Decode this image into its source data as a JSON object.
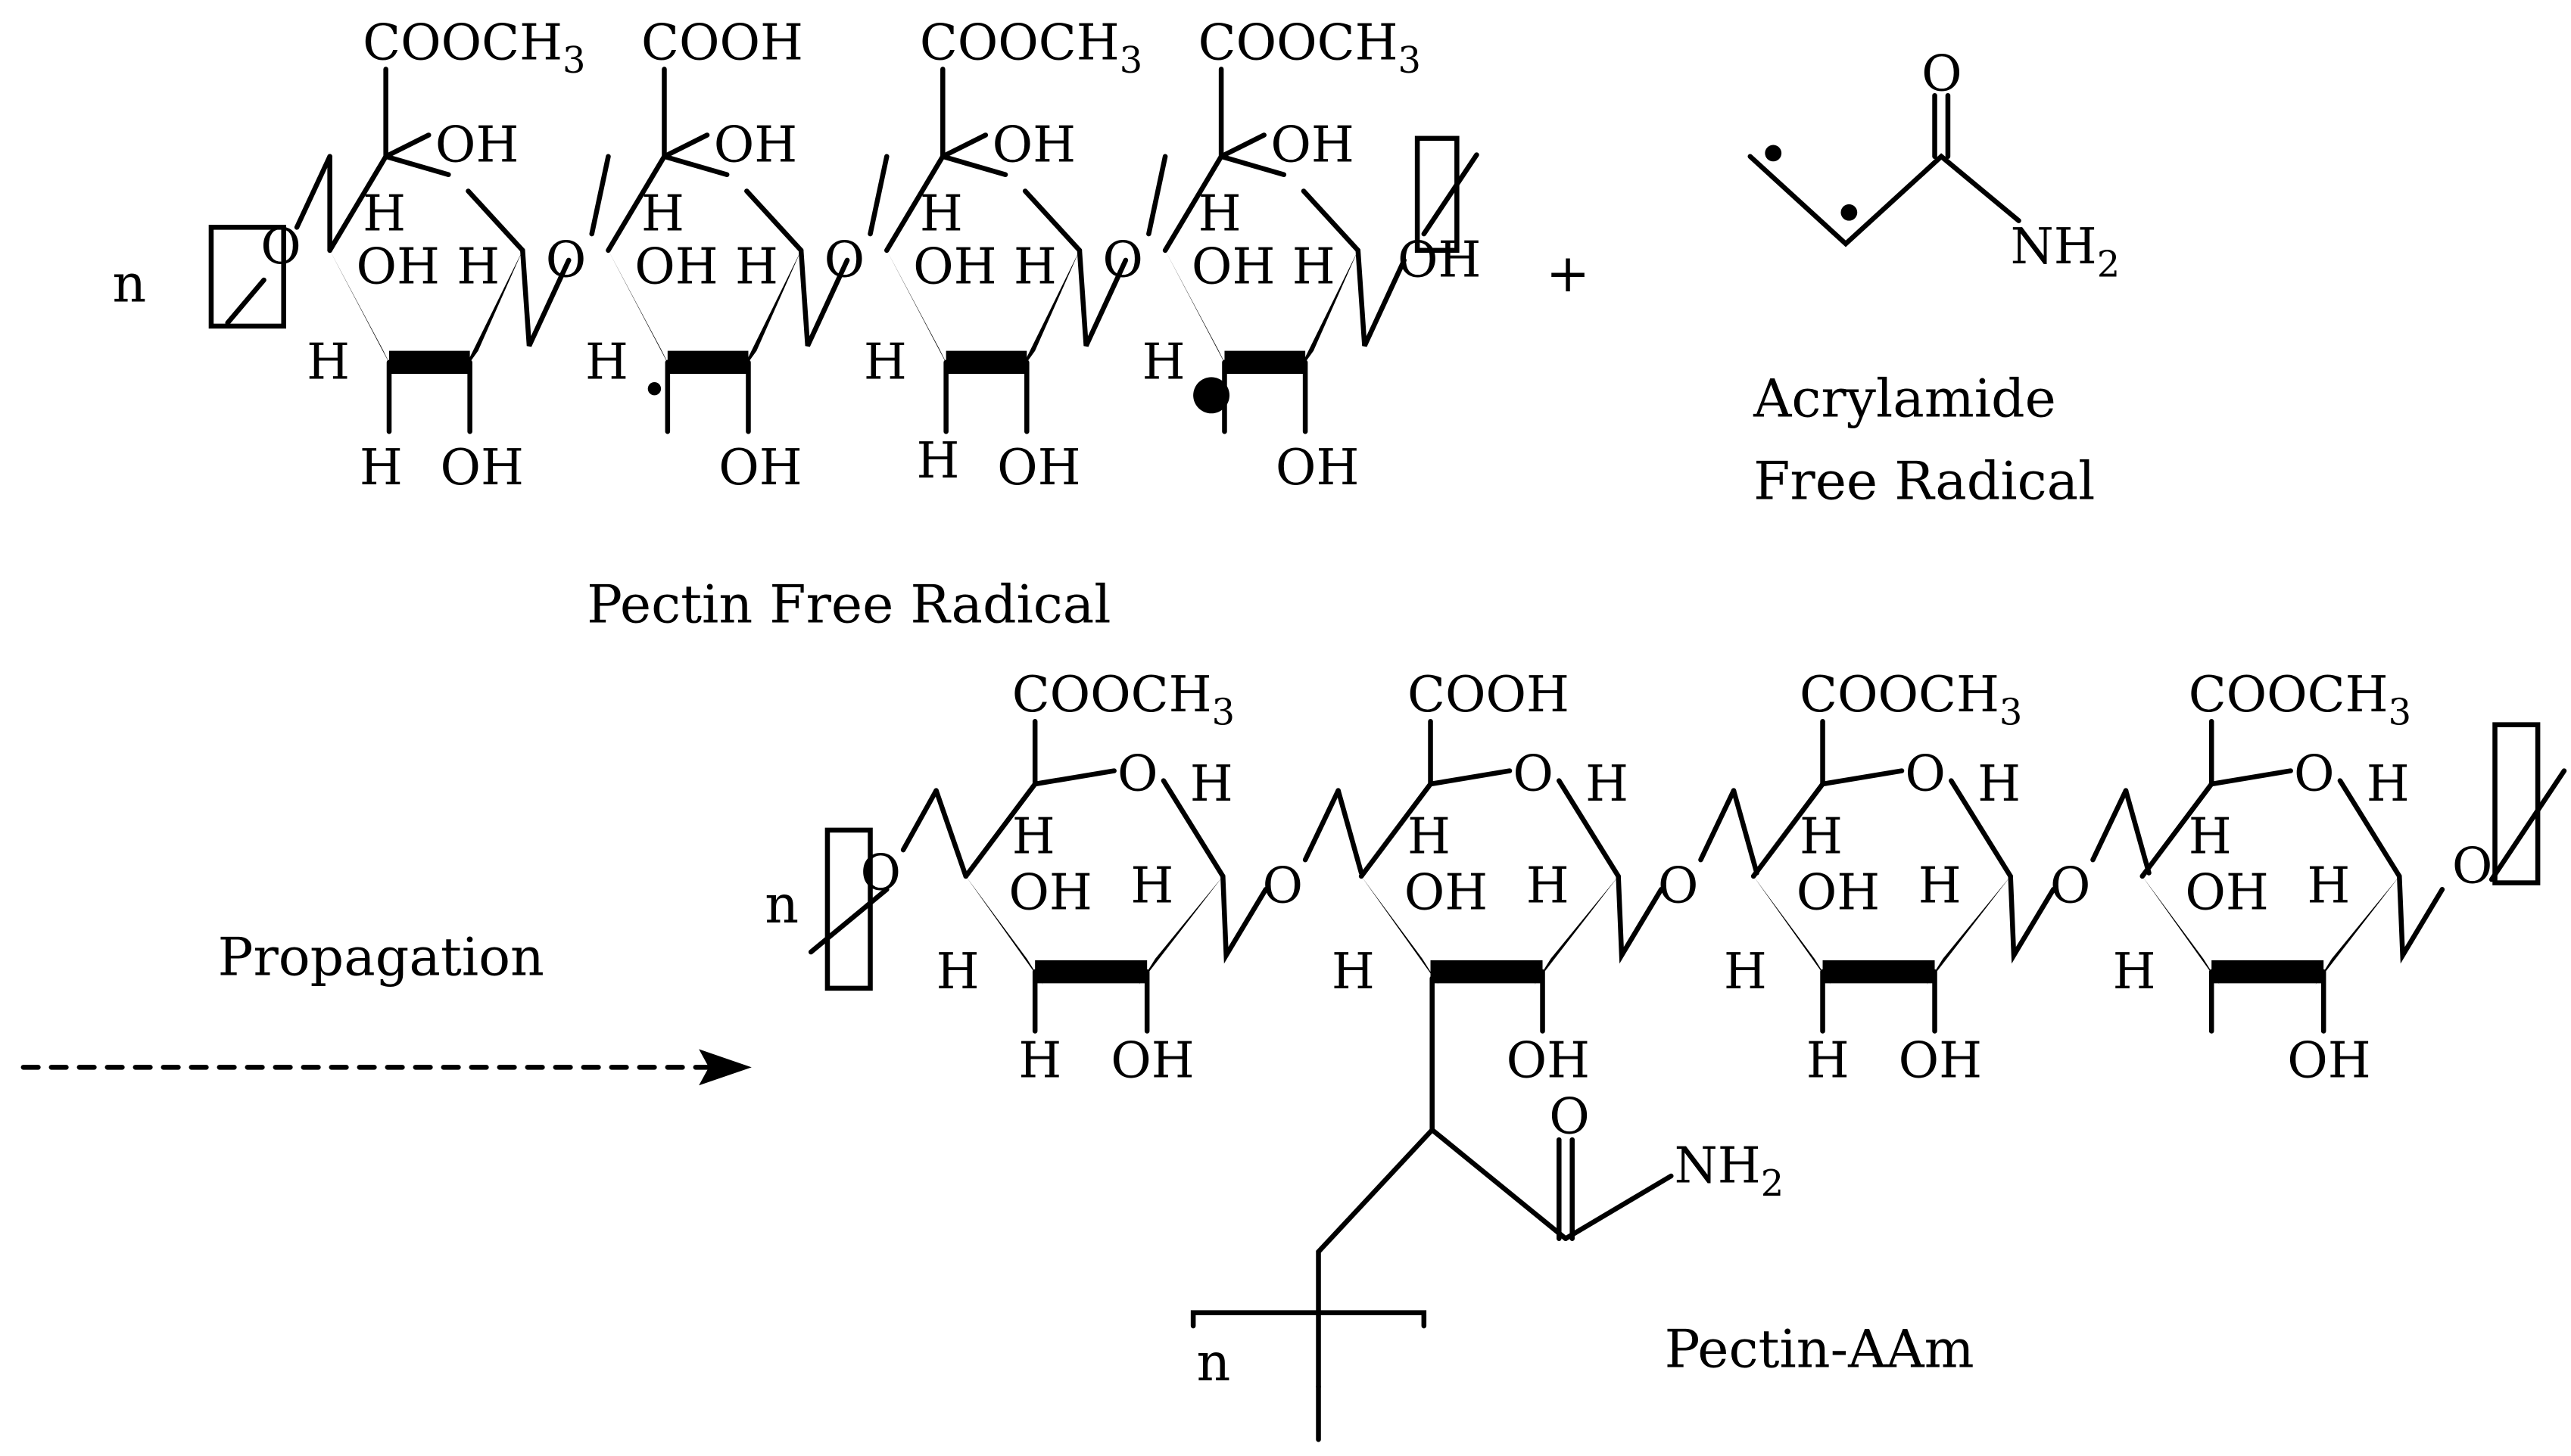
{
  "reactant_pectin": {
    "caption": "Pectin Free Radical",
    "repeat_n": "n",
    "units": [
      {
        "carboxyl": "COOCH3"
      },
      {
        "carboxyl": "COOH"
      },
      {
        "carboxyl": "COOCH3"
      },
      {
        "carboxyl": "COOCH3"
      }
    ]
  },
  "plus_sign": "+",
  "acrylamide": {
    "caption_line1": "Acrylamide",
    "caption_line2": "Free Radical",
    "carbonyl_o": "O",
    "amine": "NH2"
  },
  "arrow_label": "Propagation",
  "product": {
    "caption": "Pectin-AAm",
    "repeat_n": "n",
    "graft_repeat_n": "n",
    "carbonyl_o": "O",
    "amine": "NH2",
    "units": [
      {
        "carboxyl": "COOCH3"
      },
      {
        "carboxyl": "COOH"
      },
      {
        "carboxyl": "COOCH3"
      },
      {
        "carboxyl": "COOCH3"
      }
    ]
  },
  "atoms": {
    "o": "O",
    "oh": "OH",
    "h": "H"
  }
}
